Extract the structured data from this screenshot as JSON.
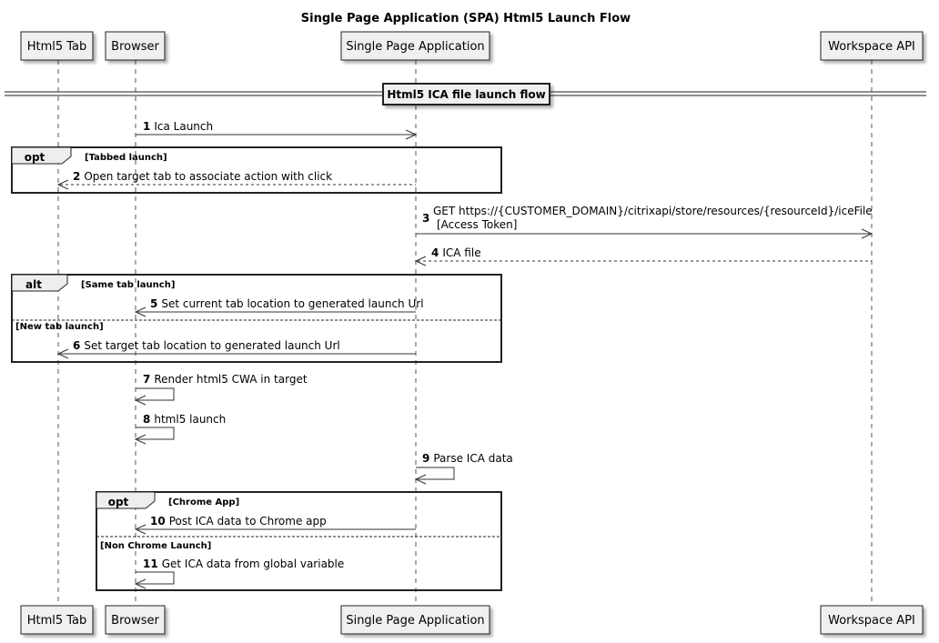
{
  "title": "Single Page Application (SPA) Html5 Launch Flow",
  "participants": [
    {
      "id": "tab",
      "label": "Html5 Tab"
    },
    {
      "id": "browser",
      "label": "Browser"
    },
    {
      "id": "spa",
      "label": "Single Page Application"
    },
    {
      "id": "api",
      "label": "Workspace API"
    }
  ],
  "divider": {
    "label": "Html5 ICA file launch flow"
  },
  "messages": [
    {
      "num": "1",
      "text": "Ica Launch",
      "from": "browser",
      "to": "spa",
      "style": "solid"
    },
    {
      "num": "2",
      "text": "Open target tab to associate action with click",
      "from": "spa",
      "to": "tab",
      "style": "dashed"
    },
    {
      "num": "3",
      "text": "GET https://{CUSTOMER_DOMAIN}/citrixapi/store/resources/{resourceId}/iceFile",
      "text2": "[Access Token]",
      "from": "spa",
      "to": "api",
      "style": "solid"
    },
    {
      "num": "4",
      "text": "ICA file",
      "from": "api",
      "to": "spa",
      "style": "dashed"
    },
    {
      "num": "5",
      "text": "Set current tab location to generated launch Url",
      "from": "spa",
      "to": "browser",
      "style": "solid"
    },
    {
      "num": "6",
      "text": "Set target tab location to generated launch Url",
      "from": "spa",
      "to": "tab",
      "style": "solid"
    },
    {
      "num": "7",
      "text": "Render html5 CWA in target",
      "from": "browser",
      "to": "browser",
      "style": "solid"
    },
    {
      "num": "8",
      "text": "html5 launch",
      "from": "browser",
      "to": "browser",
      "style": "solid"
    },
    {
      "num": "9",
      "text": "Parse ICA data",
      "from": "spa",
      "to": "spa",
      "style": "solid"
    },
    {
      "num": "10",
      "text": "Post ICA data to Chrome app",
      "from": "spa",
      "to": "browser",
      "style": "solid"
    },
    {
      "num": "11",
      "text": "Get ICA data from global variable",
      "from": "browser",
      "to": "browser",
      "style": "solid"
    }
  ],
  "frames": [
    {
      "keyword": "opt",
      "condition": "[Tabbed launch]"
    },
    {
      "keyword": "alt",
      "condition": "[Same tab launch]",
      "else_condition": "[New tab launch]"
    },
    {
      "keyword": "opt",
      "condition": "[Chrome App]",
      "else_condition": "[Non Chrome Launch]"
    }
  ]
}
